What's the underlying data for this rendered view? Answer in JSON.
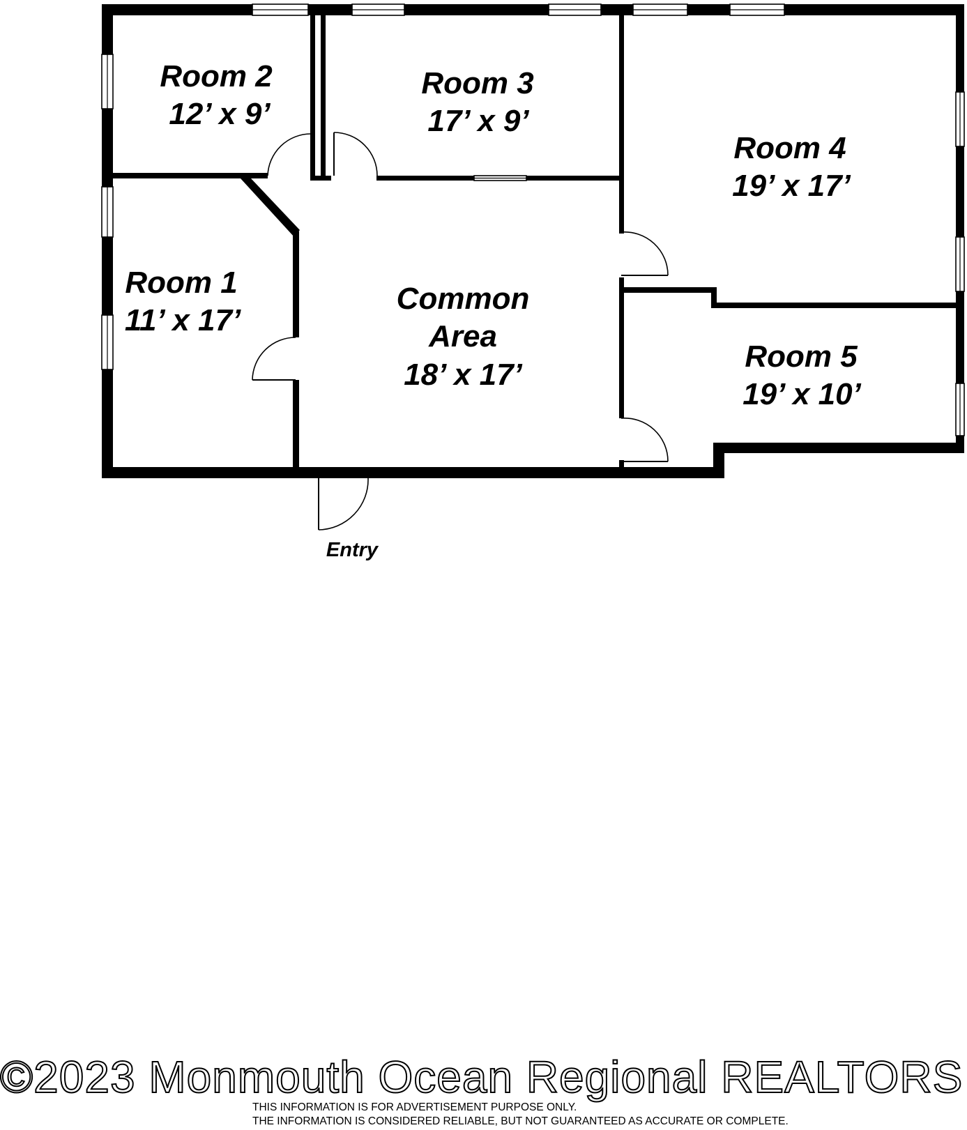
{
  "rooms": [
    {
      "id": "room-1",
      "name": "Room 1",
      "size": "11’ x 17’"
    },
    {
      "id": "room-2",
      "name": "Room 2",
      "size": "12’ x 9’"
    },
    {
      "id": "room-3",
      "name": "Room 3",
      "size": "17’ x 9’"
    },
    {
      "id": "room-4",
      "name": "Room 4",
      "size": "19’ x 17’"
    },
    {
      "id": "room-5",
      "name": "Room 5",
      "size": "19’ x 10’"
    }
  ],
  "common_area": {
    "line1": "Common",
    "line2": "Area",
    "size": "18’ x 17’"
  },
  "entry_label": "Entry",
  "footer": {
    "copyright": "©2023 Monmouth Ocean Regional REALTORS",
    "disclaimer_line1": "THIS INFORMATION IS FOR ADVERTISEMENT PURPOSE ONLY.",
    "disclaimer_line2": "THE INFORMATION IS CONSIDERED RELIABLE, BUT NOT GUARANTEED AS ACCURATE OR COMPLETE."
  },
  "colors": {
    "walls": "#000000",
    "background": "#ffffff"
  }
}
